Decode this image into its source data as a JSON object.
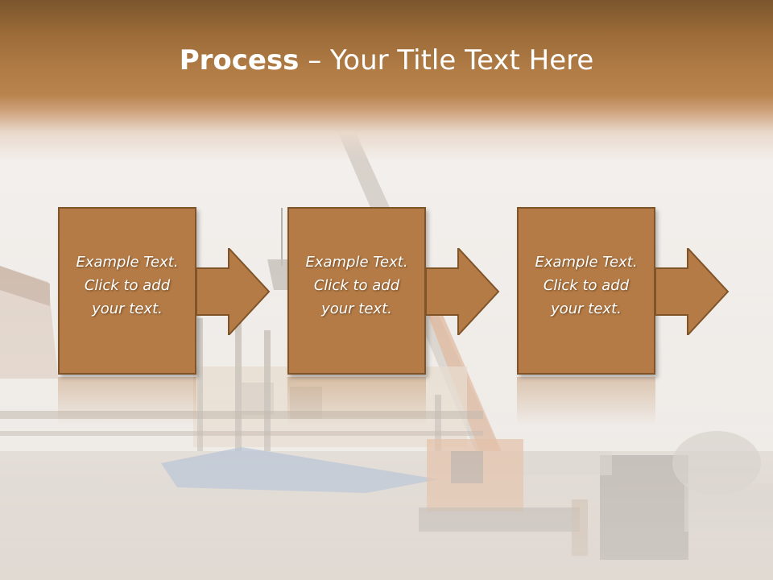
{
  "slide": {
    "title_bold": "Process",
    "title_rest": " – Your Title Text Here",
    "steps": [
      {
        "text": "Example Text.\nClick  to add\nyour text."
      },
      {
        "text": "Example Text.\nClick  to add\nyour text."
      },
      {
        "text": "Example Text.\nClick  to add\nyour text."
      }
    ]
  },
  "colors": {
    "header_dark": "#7a552d",
    "header_light": "#b9844e",
    "box_fill": "#b47b46",
    "box_border": "#7f5428",
    "text": "#ffffff"
  },
  "background": {
    "description_icon": "construction-site-photo"
  }
}
